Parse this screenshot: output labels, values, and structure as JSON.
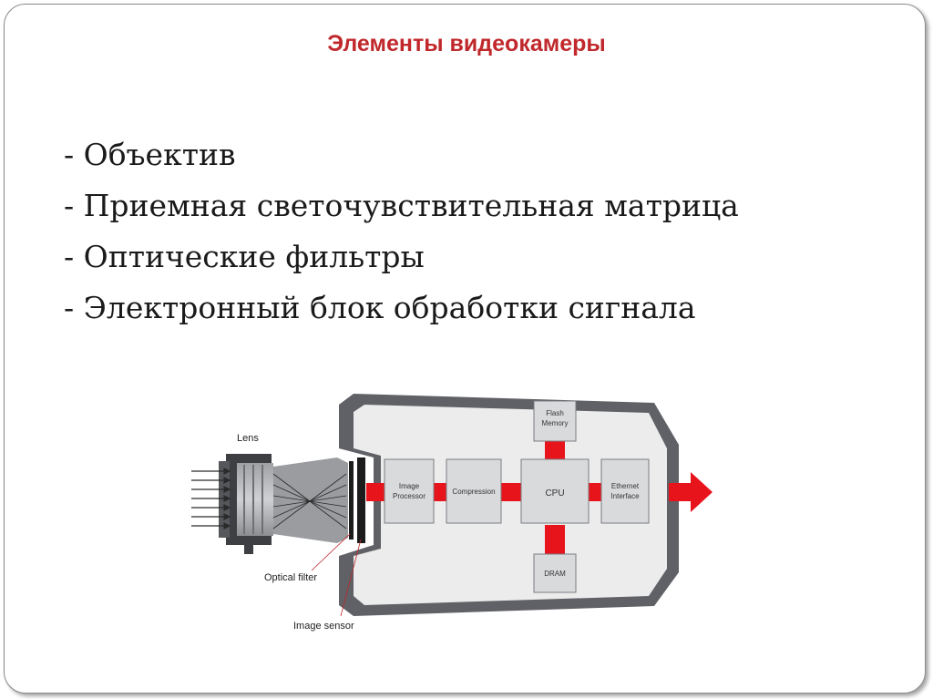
{
  "slide": {
    "title": "Элементы видеокамеры",
    "bullets": [
      "- Объектив",
      "- Приемная светочувствительная матрица",
      "- Оптические фильтры",
      "- Электронный блок обработки сигнала"
    ]
  },
  "diagram": {
    "labels": {
      "lens": "Lens",
      "optical_filter": "Optical filter",
      "image_sensor": "Image sensor"
    },
    "blocks": {
      "flash_memory": [
        "Flash",
        "Memory"
      ],
      "image_processor": [
        "Image",
        "Processor"
      ],
      "compression": [
        "Compression"
      ],
      "cpu": [
        "CPU"
      ],
      "ethernet_interface": [
        "Ethernet",
        "Interface"
      ],
      "dram": [
        "DRAM"
      ]
    },
    "colors": {
      "signal": "#e8141c",
      "block_fill": "#d9dadc",
      "housing": "#5f6166",
      "board": "#ececec"
    }
  }
}
